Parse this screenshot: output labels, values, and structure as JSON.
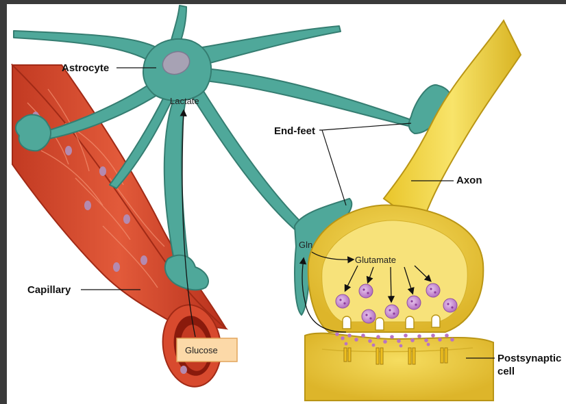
{
  "labels": {
    "astrocyte": "Astrocyte",
    "lactate": "Lactate",
    "end_feet": "End-feet",
    "axon": "Axon",
    "gln": "Gln",
    "glutamate": "Glutamate",
    "capillary": "Capillary",
    "glucose": "Glucose",
    "postsynaptic_line1": "Postsynaptic",
    "postsynaptic_line2": "cell"
  },
  "colors": {
    "frame": "#3a3a3a",
    "background": "#ffffff",
    "astrocyte": "#4fa89a",
    "astrocyte_dark": "#357d71",
    "nucleus": "#a7a2b4",
    "capillary": "#d8452a",
    "capillary_dark": "#a92c18",
    "axon": "#f2d33a",
    "axon_dark": "#c9a51d",
    "vesicle": "#b873c4",
    "glucose_box": "#fcd9a8",
    "glucose_border": "#e2a45a"
  }
}
